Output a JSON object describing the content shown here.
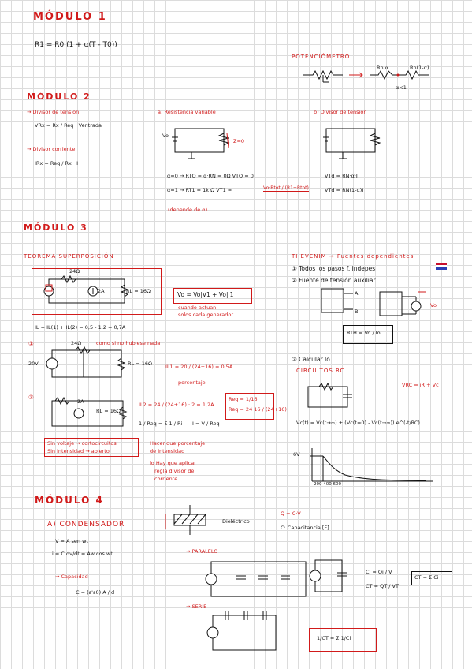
{
  "mod1": {
    "title": "MÓDULO 1",
    "formula": "R1 = R0 (1 + α(T - T0))",
    "pot_label": "POTENCIÓMETRO",
    "pot_left": "Rn α",
    "pot_right": "Rn(1-α)",
    "pot_alpha": "α<1"
  },
  "mod2": {
    "title": "MÓDULO 2",
    "divisor_tension": "→ Divisor de tensión",
    "vrx_formula": "VRx = Rx / Req · Ventrada",
    "divisor_corriente": "→ Divisor corriente",
    "irx_formula": "IRx = Req / Rx · I",
    "res_variable": "a) Resistencia variable",
    "div_tension_b": "b) Divisor de tensión",
    "vo_label": "Vo",
    "z_label": "Z=0",
    "alpha0": "α=0 → RTO = α·RN = 0Ω   VTO = 0",
    "alpha1": "α=1 → RT1 = 1k Ω   VT1 =",
    "vt1_formula": "Vo·Rtot / (R1+Rtot)",
    "depende": "(depende de α)",
    "vtd1": "VTd = RN·α·I",
    "vtd2": "VTd = RN(1-α)I"
  },
  "mod3": {
    "title": "MÓDULO 3",
    "superposicion": "TEOREMA SUPERPOSICIÓN",
    "thevenim": "THEVENIM → Fuentes dependientes",
    "item1": "① Todos los pasos f. indepes",
    "item2": "② Fuente de tensión auxiliar",
    "r24": "24Ω",
    "a2": "2A",
    "rl": "RL = 16Ω",
    "vo_formula": "Vo = Vo|V1 + Vo|I1",
    "cuando_1": "cuando actuan",
    "cuando_2": "solos cada generador",
    "il_formula": "IL = IL(1) + IL(2) = 0,5 - 1,2 = 0,7A",
    "como_si": "como si no hubiese nada",
    "v20": "20V",
    "il1_formula": "IL1 = 20 / (24+16) = 0.5A",
    "porcentaje": "porcentaje",
    "il2_formula": "IL2 = 24 / (24+16) · 2 = 1,2A",
    "req_formula": "1 / Req = Σ 1 / Ri",
    "i_formula": "I = V / Req",
    "req_box1": "Req = 1/16",
    "req_box2": "Req = 24·16 / (24+16)",
    "sin_voltaje": "Sin voltaje → cortocircuitos",
    "sin_intensidad": "Sin intensidad → abierto",
    "hacer_1": "Hacer que porcentaje",
    "hacer_2": "de intensidad",
    "hay_1": "lo Hay que aplicar",
    "hay_2": "regla divisor de",
    "hay_3": "corriente",
    "rth": "RTH = Vo / Io",
    "item3": "③ Calcular Io",
    "circuitos_rc": "CIRCUITOS RC",
    "vrc": "VRC = iR + Vc",
    "vc_formula": "Vc(t) = Vc(t→∞) + (Vc(t=0) - Vc(t→∞)) e^(-t/RC)",
    "sixv": "6V",
    "ticks": "200 400 600"
  },
  "mod4": {
    "title": "MÓDULO 4",
    "condensador": "A) CONDENSADOR",
    "v_eq": "V = A sen wt",
    "i_eq": "i = C dv/dt = Aw cos wt",
    "capacidad": "→ Capacidad",
    "c_eq": "C = (ε'ε0) A / d",
    "dielectrico": "Dieléctrico",
    "q_eq": "Q = C·V",
    "c_unit": "C: Capacitancia [F]",
    "paralelo": "→ PARALELO",
    "serie": "→ SERIE",
    "ci_eq": "Ci = Qi / V",
    "ct_eq": "CT = QT / VT",
    "ct_sum": "CT = Σ Ci",
    "serie_sum": "1/CT = Σ 1/Ci"
  }
}
